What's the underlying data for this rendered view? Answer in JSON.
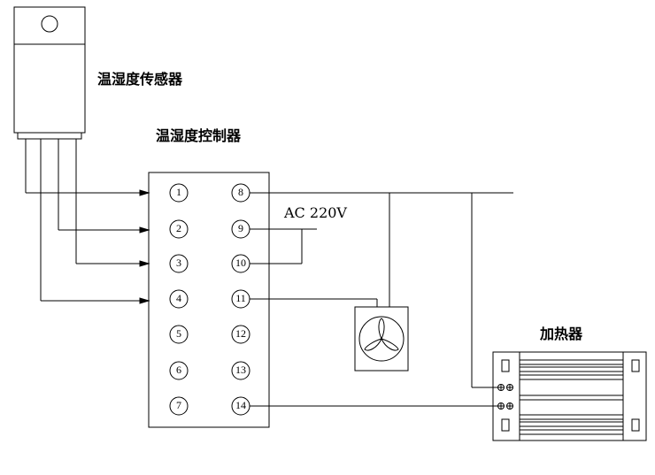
{
  "labels": {
    "sensor": "温湿度传感器",
    "controller": "温湿度控制器",
    "power": "AC 220V",
    "heater": "加热器"
  },
  "terminals": {
    "left": [
      "1",
      "2",
      "3",
      "4",
      "5",
      "6",
      "7"
    ],
    "right": [
      "8",
      "9",
      "10",
      "11",
      "12",
      "13",
      "14"
    ]
  },
  "components": {
    "sensor_icon": "sensor-probe-icon",
    "fan_icon": "fan-icon",
    "heater_icon": "heater-element-icon"
  },
  "colors": {
    "line": "#000000",
    "background": "#ffffff"
  }
}
